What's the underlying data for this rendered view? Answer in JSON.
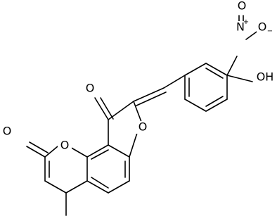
{
  "diagram": {
    "atoms": {
      "o_carbonyl_top": "O",
      "o_furan": "O",
      "o_lactone_ring": "O",
      "o_lactone_carbonyl": "O",
      "n_nitro": "N",
      "n_charge": "+",
      "o_nitro_top": "O",
      "o_nitro_right": "O",
      "o_charge": "−",
      "oh_group": "OH"
    }
  }
}
